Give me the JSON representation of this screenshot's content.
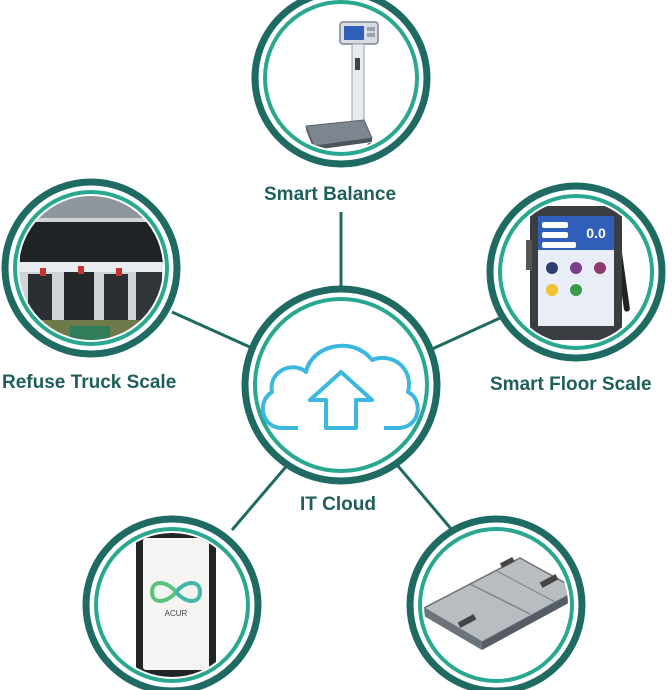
{
  "diagram": {
    "colors": {
      "ring_dark": "#1f6b64",
      "ring_light": "#2aa88f",
      "cloud": "#3bb7e0",
      "label": "#1f5f5b",
      "line": "#1f6b64"
    },
    "center": {
      "label": "IT Cloud",
      "icon": "cloud-upload-icon"
    },
    "nodes": [
      {
        "id": "smart-balance",
        "label": "Smart Balance",
        "icon": "balance-scale-icon"
      },
      {
        "id": "refuse-truck-scale",
        "label": "Refuse Truck Scale",
        "icon": "truck-scale-icon"
      },
      {
        "id": "smart-floor-scale",
        "label": "Smart Floor Scale",
        "icon": "tablet-terminal-icon"
      },
      {
        "id": "handheld-terminal",
        "label": "",
        "icon": "smartphone-icon",
        "brand_text": "ACUR"
      },
      {
        "id": "platform-scale",
        "label": "",
        "icon": "platform-scale-icon"
      }
    ],
    "tablet_screen": {
      "reading": "0.0"
    }
  }
}
